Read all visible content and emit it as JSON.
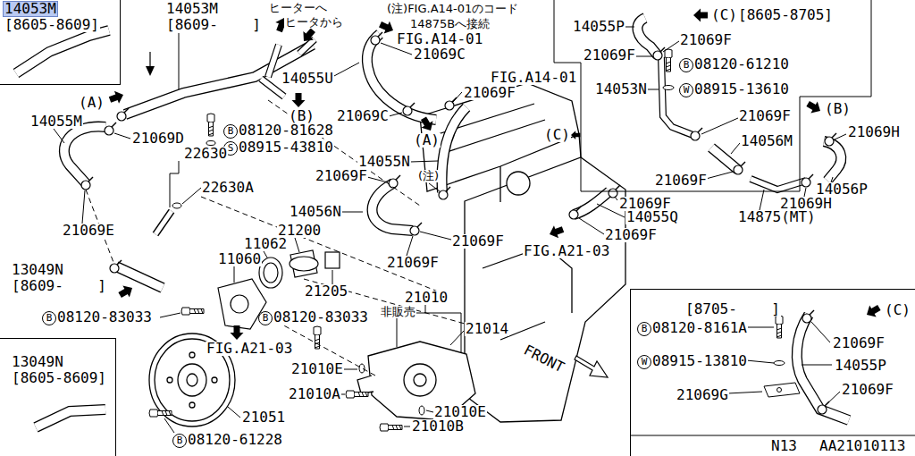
{
  "diagram": {
    "nodes": [
      {
        "text": [
          "14053M",
          "[8605-8609]"
        ]
      },
      {
        "text": [
          "(C)",
          "[8605-8705]",
          "14055P",
          "21069F",
          "21069F",
          "B",
          "08120-61210",
          "14053N",
          "W",
          "08915-13610",
          "21069F",
          "14056M",
          "21069F"
        ]
      },
      {
        "text": [
          "13049N",
          "[8605-8609]"
        ]
      },
      {
        "text": [
          "[8705-    ]",
          "(C)",
          "B",
          "08120-8161A",
          "21069F",
          "W",
          "08915-13810",
          "14055P",
          "21069G",
          "21069F"
        ]
      }
    ],
    "labels": [
      "14053M",
      "[8609-    ]",
      "ヒーターへ",
      "ヒータから",
      "(注)FIG.A14-01のコード",
      "14875Bへ接続",
      "FIG.A14-01",
      "21069C",
      "(A)",
      "14055U",
      "21069F",
      "FIG.A14-01",
      "(B)",
      "14055M",
      "21069D",
      "B",
      "08120-81628",
      "21069C",
      "(A)",
      "S",
      "08915-43810",
      "22630",
      "22630A",
      "14055N",
      "21069F",
      "(注)",
      "(C)",
      "21069F",
      "14055Q",
      "21069F",
      "14056N",
      "21069E",
      "21200",
      "11062",
      "21069F",
      "FIG.A21-03",
      "11060",
      "21069F",
      "13049N",
      "[8609-    ]",
      "21205",
      "21010",
      "非販売",
      "B",
      "08120-83033",
      "B",
      "08120-83033",
      "21014",
      "FIG.A21-03",
      "FRONT",
      "21010E",
      "21010A",
      "21010E",
      "21010B",
      "21051",
      "B",
      "08120-61228",
      "(B)",
      "21069H",
      "14056P",
      "21069H",
      "14875(MT)",
      "N13",
      "AA21010113"
    ]
  }
}
